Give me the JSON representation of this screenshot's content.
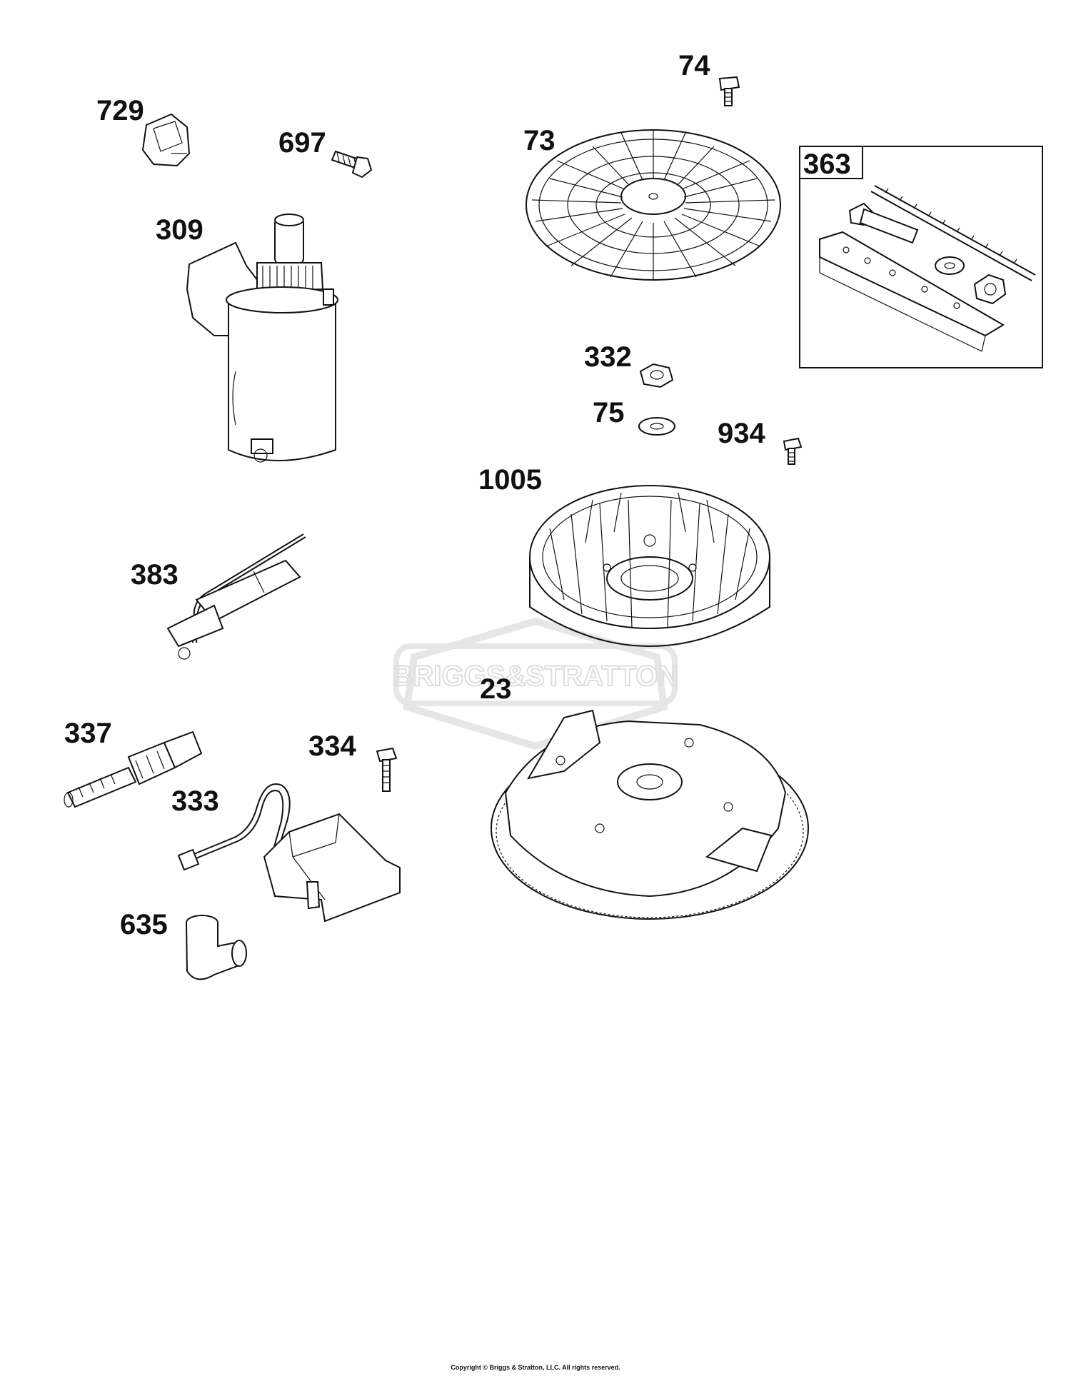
{
  "watermark": {
    "brand_text": "BRIGGS&STRATTON",
    "color": "#e6e6e6"
  },
  "kit_box_label": "363",
  "callouts": {
    "p729": "729",
    "p697": "697",
    "p309": "309",
    "p74": "74",
    "p73": "73",
    "p332": "332",
    "p75": "75",
    "p934": "934",
    "p1005": "1005",
    "p383": "383",
    "p23": "23",
    "p337": "337",
    "p334": "334",
    "p333": "333",
    "p635": "635"
  },
  "copyright": "Copyright © Briggs & Stratton, LLC. All rights reserved."
}
